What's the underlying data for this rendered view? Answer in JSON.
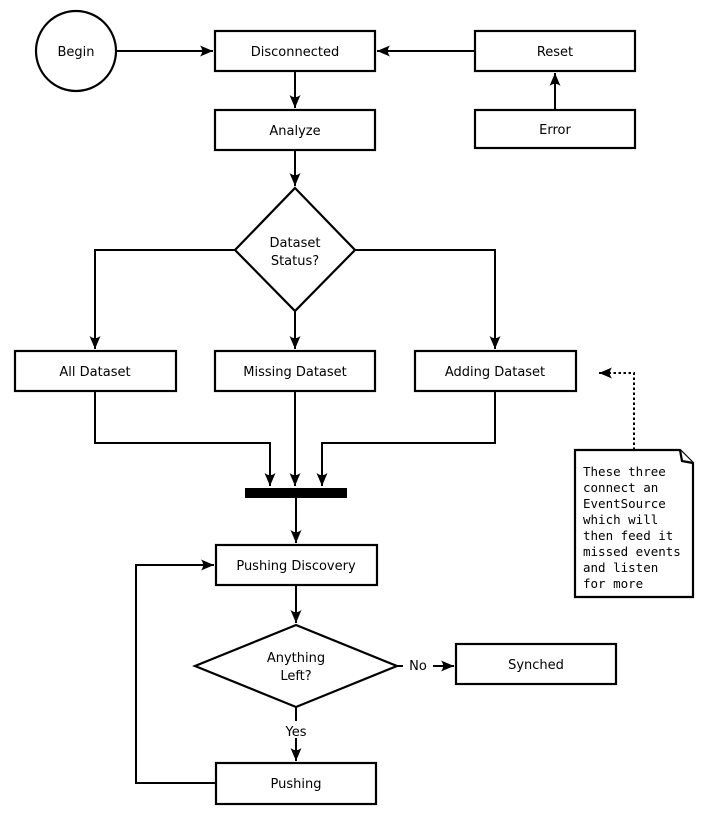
{
  "diagram": {
    "colors": {
      "ink": "#000000",
      "paper": "#ffffff"
    },
    "nodes": {
      "begin": {
        "label": "Begin"
      },
      "disconnected": {
        "label": "Disconnected"
      },
      "reset": {
        "label": "Reset"
      },
      "error": {
        "label": "Error"
      },
      "analyze": {
        "label": "Analyze"
      },
      "dataset_status": {
        "lines": [
          "Dataset",
          "Status?"
        ]
      },
      "all_dataset": {
        "label": "All Dataset"
      },
      "missing_dataset": {
        "label": "Missing Dataset"
      },
      "adding_dataset": {
        "label": "Adding Dataset"
      },
      "pushing_discovery": {
        "label": "Pushing Discovery"
      },
      "anything_left": {
        "lines": [
          "Anything",
          "Left?"
        ]
      },
      "synched": {
        "label": "Synched"
      },
      "pushing": {
        "label": "Pushing"
      }
    },
    "edge_labels": {
      "no": "No",
      "yes": "Yes"
    },
    "note": {
      "lines": [
        "These three",
        "connect an",
        "EventSource",
        "which will",
        "then feed it",
        "missed events",
        "and listen",
        "for more"
      ]
    }
  }
}
